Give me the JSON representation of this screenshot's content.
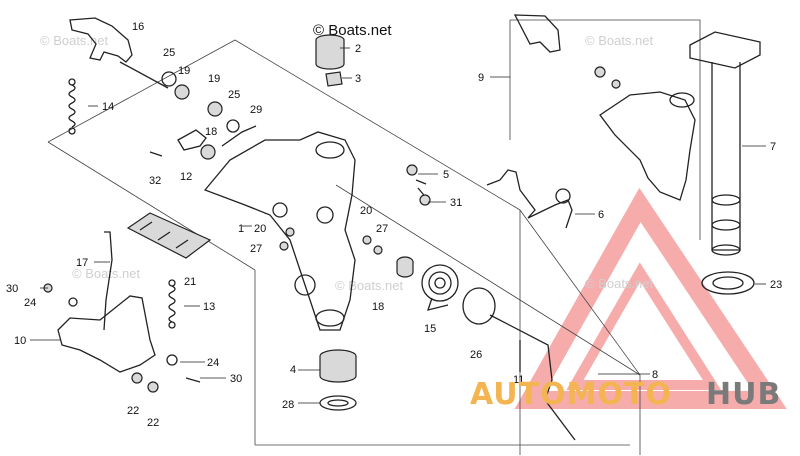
{
  "copyright": "© Boats.net",
  "watermarks": [
    "© Boats.net",
    "© Boats.net",
    "© Boats.net",
    "© Boats.net",
    "© Boats.net"
  ],
  "brand": {
    "part1": "AUTOMOTO",
    "part2": "HUB",
    "color1": "#f3b451",
    "color2": "#7a7a7a",
    "logo_color": "#f26a6a"
  },
  "callouts": {
    "c1": "1",
    "c2": "2",
    "c3": "3",
    "c4": "4",
    "c5": "5",
    "c6": "6",
    "c7": "7",
    "c8": "8",
    "c9": "9",
    "c10": "10",
    "c11": "11",
    "c12": "12",
    "c13": "13",
    "c14": "14",
    "c15": "15",
    "c16": "16",
    "c17": "17",
    "c18a": "18",
    "c18b": "18",
    "c19a": "19",
    "c19b": "19",
    "c20a": "20",
    "c20b": "20",
    "c21": "21",
    "c22a": "22",
    "c22b": "22",
    "c23": "23",
    "c24a": "24",
    "c24b": "24",
    "c25a": "25",
    "c25b": "25",
    "c26": "26",
    "c27a": "27",
    "c27b": "27",
    "c28": "28",
    "c29": "29",
    "c30a": "30",
    "c30b": "30",
    "c31": "31",
    "c32": "32"
  }
}
